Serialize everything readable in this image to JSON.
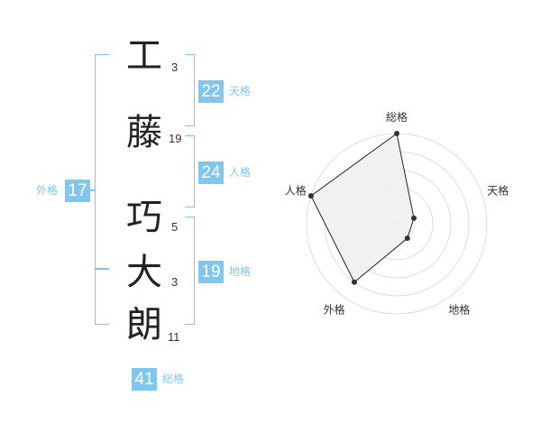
{
  "name": {
    "characters": [
      {
        "char": "工",
        "strokes": "3"
      },
      {
        "char": "藤",
        "strokes": "19"
      },
      {
        "char": "巧",
        "strokes": "5"
      },
      {
        "char": "大",
        "strokes": "3"
      },
      {
        "char": "朗",
        "strokes": "11"
      }
    ]
  },
  "fortunes": {
    "tenkaku": {
      "value": "22",
      "label": "天格"
    },
    "jinkaku": {
      "value": "24",
      "label": "人格"
    },
    "chikaku": {
      "value": "19",
      "label": "地格"
    },
    "gaikaku": {
      "value": "17",
      "label": "外格"
    },
    "soukaku": {
      "value": "41",
      "label": "総格"
    }
  },
  "chart_data": {
    "type": "radar",
    "axes": [
      "総格",
      "天格",
      "地格",
      "外格",
      "人格"
    ],
    "levels": 5,
    "values": [
      5,
      1,
      1,
      4,
      5
    ],
    "max": 5,
    "colors": {
      "fill": "#efefef",
      "stroke": "#222222",
      "grid": "#dddddd",
      "point": "#333333",
      "center": "#cccccc"
    }
  },
  "colors": {
    "accent": "#7fc6f0"
  }
}
